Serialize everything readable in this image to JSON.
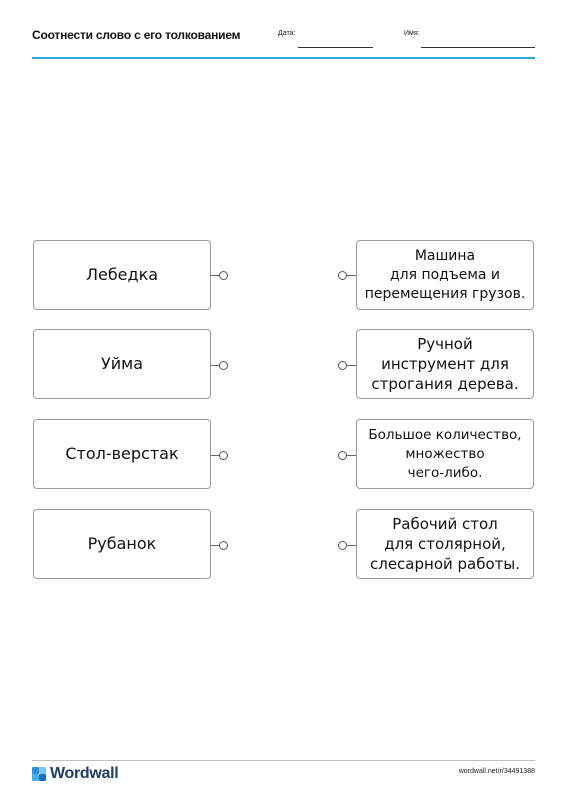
{
  "header": {
    "title": "Соотнести слово с его толкованием",
    "date_label": "Дата:",
    "name_label": "Имя:"
  },
  "words": [
    "Лебедка",
    "Уйма",
    "Стол-верстак",
    "Рубанок"
  ],
  "definitions": [
    "Машина\nдля подъема и\nперемещения грузов.",
    "Ручной\nинструмент для\nстрогания дерева.",
    "Большое количество,\nмножество\nчего-либо.",
    "Рабочий стол\nдля столярной,\nслесарной работы."
  ],
  "footer": {
    "brand": "Wordwall",
    "url": "wordwall.net/r/34491388"
  },
  "colors": {
    "accent_rule": "#27a8d9",
    "brand_text": "#1f3f66",
    "logo_tiles": [
      "#2b8fd6",
      "#7cc4f0",
      "#43b0e8",
      "#1e6fb8"
    ]
  }
}
